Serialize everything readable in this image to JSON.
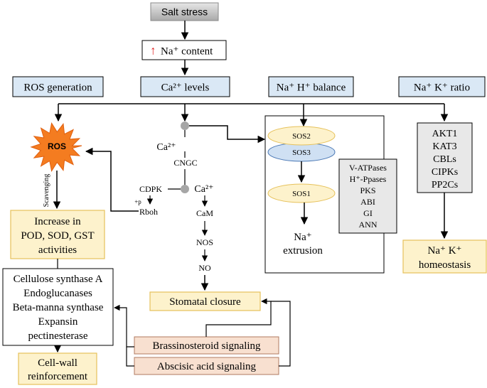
{
  "colors": {
    "gray_box": "#c8c8c8",
    "blue_box": "#dae8f5",
    "yellow_box": "#fdf2cc",
    "yellow_border": "#e6c15a",
    "peach_box": "#f8e0d0",
    "peach_border": "#b07a60",
    "sos_yellow": "#fdf2cc",
    "sos_blue": "#cfe0f3",
    "ros_orange": "#f47c20",
    "red_arrow": "#e02020",
    "node_gray": "#a6a6a6",
    "stroke": "#000000"
  },
  "salt_stress": "Salt stress",
  "na_content": {
    "arrow": "↑",
    "text": "Na⁺ content"
  },
  "categories": {
    "ros_generation": "ROS generation",
    "ca_levels": "Ca²⁺ levels",
    "na_h_balance": "Na⁺ H⁺ balance",
    "na_k_ratio": "Na⁺ K⁺ ratio"
  },
  "ros": {
    "burst_label": "ROS",
    "scavenging": "Scavenging",
    "increase_lines": [
      "Increase in",
      "POD, SOD, GST",
      "activities"
    ]
  },
  "cell_wall": {
    "enzymes": [
      "Cellulose synthase A",
      "Endoglucanases",
      "Beta-manna synthase",
      "Expansin",
      "pectinesterase"
    ],
    "reinforcement": [
      "Cell-wall",
      "reinforcement"
    ]
  },
  "calcium": {
    "ca2": "Ca²⁺",
    "cngc": "CNGC",
    "cdpk": "CDPK",
    "plus_p": "+p",
    "rboh": "Rboh",
    "ca2_b": "Ca²⁺",
    "cam": "CaM",
    "nos": "NOS",
    "no": "NO",
    "stomatal_closure": "Stomatal closure"
  },
  "sos": {
    "sos2": "SOS2",
    "sos3": "SOS3",
    "sos1": "SOS1",
    "extrusion": [
      "Na⁺",
      "extrusion"
    ],
    "transporters": [
      "V-ATPases",
      "H⁺-Ppases",
      "PKS",
      "ABI",
      "GI",
      "ANN"
    ]
  },
  "ratio": {
    "genes": [
      "AKT1",
      "KAT3",
      "CBLs",
      "CIPKs",
      "PP2Cs"
    ],
    "homeostasis": [
      "Na⁺ K⁺",
      "homeostasis"
    ]
  },
  "signaling": {
    "brassinosteroid": "Brassinosteroid signaling",
    "abscisic": "Abscisic acid signaling"
  }
}
